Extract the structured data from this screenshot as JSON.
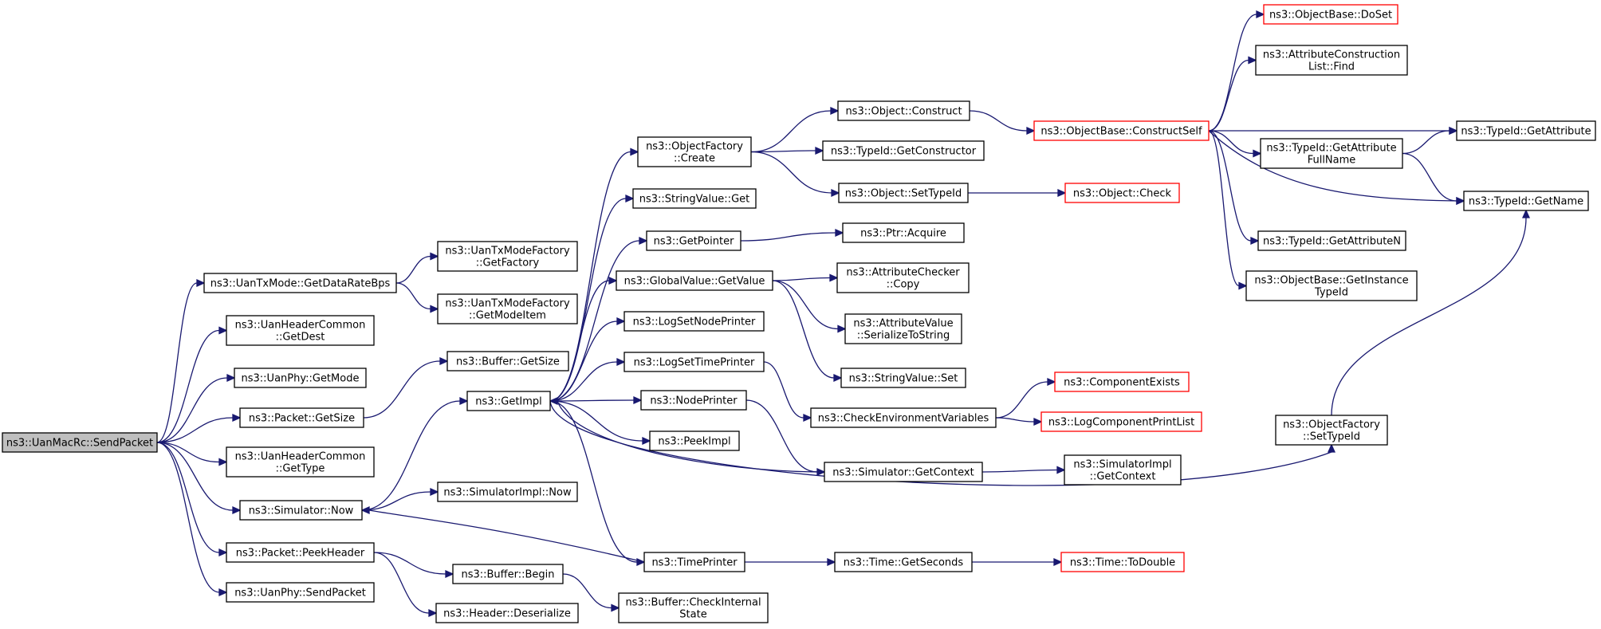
{
  "graph": {
    "title": "",
    "nodes": [
      {
        "id": "n_root",
        "lines": [
          "ns3::UanMacRc::SendPacket"
        ],
        "root": true
      },
      {
        "id": "n_getdatarate",
        "lines": [
          "ns3::UanTxMode::GetDataRateBps"
        ]
      },
      {
        "id": "n_getfactory",
        "lines": [
          "ns3::UanTxModeFactory",
          "::GetFactory"
        ]
      },
      {
        "id": "n_getmodeitem",
        "lines": [
          "ns3::UanTxModeFactory",
          "::GetModeItem"
        ]
      },
      {
        "id": "n_getdest",
        "lines": [
          "ns3::UanHeaderCommon",
          "::GetDest"
        ]
      },
      {
        "id": "n_getmode",
        "lines": [
          "ns3::UanPhy::GetMode"
        ]
      },
      {
        "id": "n_packetgetsize",
        "lines": [
          "ns3::Packet::GetSize"
        ]
      },
      {
        "id": "n_buffergetsize",
        "lines": [
          "ns3::Buffer::GetSize"
        ]
      },
      {
        "id": "n_gettype",
        "lines": [
          "ns3::UanHeaderCommon",
          "::GetType"
        ]
      },
      {
        "id": "n_simnow",
        "lines": [
          "ns3::Simulator::Now"
        ]
      },
      {
        "id": "n_simimplnow",
        "lines": [
          "ns3::SimulatorImpl::Now"
        ]
      },
      {
        "id": "n_peekheader",
        "lines": [
          "ns3::Packet::PeekHeader"
        ]
      },
      {
        "id": "n_bufferbegin",
        "lines": [
          "ns3::Buffer::Begin"
        ]
      },
      {
        "id": "n_deserialize",
        "lines": [
          "ns3::Header::Deserialize"
        ]
      },
      {
        "id": "n_uanphysend",
        "lines": [
          "ns3::UanPhy::SendPacket"
        ]
      },
      {
        "id": "n_getimpl",
        "lines": [
          "ns3::GetImpl"
        ]
      },
      {
        "id": "n_objfactcreate",
        "lines": [
          "ns3::ObjectFactory",
          "::Create"
        ]
      },
      {
        "id": "n_stringget",
        "lines": [
          "ns3::StringValue::Get"
        ]
      },
      {
        "id": "n_getpointer",
        "lines": [
          "ns3::GetPointer"
        ]
      },
      {
        "id": "n_globalgetvalue",
        "lines": [
          "ns3::GlobalValue::GetValue"
        ]
      },
      {
        "id": "n_lognodeprinter",
        "lines": [
          "ns3::LogSetNodePrinter"
        ]
      },
      {
        "id": "n_logtimeprinter",
        "lines": [
          "ns3::LogSetTimePrinter"
        ]
      },
      {
        "id": "n_nodeprinter",
        "lines": [
          "ns3::NodePrinter"
        ]
      },
      {
        "id": "n_peekimpl",
        "lines": [
          "ns3::PeekImpl"
        ]
      },
      {
        "id": "n_timeprinter",
        "lines": [
          "ns3::TimePrinter"
        ]
      },
      {
        "id": "n_checkinternal",
        "lines": [
          "ns3::Buffer::CheckInternal",
          "State"
        ]
      },
      {
        "id": "n_objconstruct",
        "lines": [
          "ns3::Object::Construct"
        ]
      },
      {
        "id": "n_getconstructor",
        "lines": [
          "ns3::TypeId::GetConstructor"
        ]
      },
      {
        "id": "n_settypeid",
        "lines": [
          "ns3::Object::SetTypeId"
        ]
      },
      {
        "id": "n_ptracquire",
        "lines": [
          "ns3::Ptr::Acquire"
        ]
      },
      {
        "id": "n_attrcheckercopy",
        "lines": [
          "ns3::AttributeChecker",
          "::Copy"
        ]
      },
      {
        "id": "n_attrvalueser",
        "lines": [
          "ns3::AttributeValue",
          "::SerializeToString"
        ]
      },
      {
        "id": "n_stringset",
        "lines": [
          "ns3::StringValue::Set"
        ]
      },
      {
        "id": "n_checkenv",
        "lines": [
          "ns3::CheckEnvironmentVariables"
        ]
      },
      {
        "id": "n_simgetcontext",
        "lines": [
          "ns3::Simulator::GetContext"
        ]
      },
      {
        "id": "n_timegetseconds",
        "lines": [
          "ns3::Time::GetSeconds"
        ]
      },
      {
        "id": "n_constructself",
        "lines": [
          "ns3::ObjectBase::ConstructSelf"
        ],
        "red": true
      },
      {
        "id": "n_objectcheck",
        "lines": [
          "ns3::Object::Check"
        ],
        "red": true
      },
      {
        "id": "n_componentexists",
        "lines": [
          "ns3::ComponentExists"
        ],
        "red": true
      },
      {
        "id": "n_logcomplist",
        "lines": [
          "ns3::LogComponentPrintList"
        ],
        "red": true
      },
      {
        "id": "n_simimplgetcontext",
        "lines": [
          "ns3::SimulatorImpl",
          "::GetContext"
        ]
      },
      {
        "id": "n_timetodouble",
        "lines": [
          "ns3::Time::ToDouble"
        ],
        "red": true
      },
      {
        "id": "n_doset",
        "lines": [
          "ns3::ObjectBase::DoSet"
        ],
        "red": true
      },
      {
        "id": "n_attrlistfind",
        "lines": [
          "ns3::AttributeConstruction",
          "List::Find"
        ]
      },
      {
        "id": "n_getattrfullname",
        "lines": [
          "ns3::TypeId::GetAttribute",
          "FullName"
        ]
      },
      {
        "id": "n_getattrn",
        "lines": [
          "ns3::TypeId::GetAttributeN"
        ]
      },
      {
        "id": "n_getinstancetypeid",
        "lines": [
          "ns3::ObjectBase::GetInstance",
          "TypeId"
        ]
      },
      {
        "id": "n_objfactsettypeid",
        "lines": [
          "ns3::ObjectFactory",
          "::SetTypeId"
        ]
      },
      {
        "id": "n_getattribute",
        "lines": [
          "ns3::TypeId::GetAttribute"
        ]
      },
      {
        "id": "n_getname",
        "lines": [
          "ns3::TypeId::GetName"
        ]
      }
    ],
    "edges": [
      [
        "n_root",
        "n_getdatarate"
      ],
      [
        "n_root",
        "n_getdest"
      ],
      [
        "n_root",
        "n_getmode"
      ],
      [
        "n_root",
        "n_packetgetsize"
      ],
      [
        "n_root",
        "n_gettype"
      ],
      [
        "n_root",
        "n_simnow"
      ],
      [
        "n_root",
        "n_peekheader"
      ],
      [
        "n_root",
        "n_uanphysend"
      ],
      [
        "n_getdatarate",
        "n_getfactory"
      ],
      [
        "n_getdatarate",
        "n_getmodeitem"
      ],
      [
        "n_packetgetsize",
        "n_buffergetsize"
      ],
      [
        "n_simnow",
        "n_getimpl"
      ],
      [
        "n_simnow",
        "n_simimplnow"
      ],
      [
        "n_peekheader",
        "n_bufferbegin"
      ],
      [
        "n_peekheader",
        "n_deserialize"
      ],
      [
        "n_bufferbegin",
        "n_checkinternal"
      ],
      [
        "n_getimpl",
        "n_objfactcreate"
      ],
      [
        "n_getimpl",
        "n_stringget"
      ],
      [
        "n_getimpl",
        "n_getpointer"
      ],
      [
        "n_getimpl",
        "n_globalgetvalue"
      ],
      [
        "n_getimpl",
        "n_lognodeprinter"
      ],
      [
        "n_getimpl",
        "n_logtimeprinter"
      ],
      [
        "n_getimpl",
        "n_nodeprinter"
      ],
      [
        "n_getimpl",
        "n_peekimpl"
      ],
      [
        "n_getimpl",
        "n_timeprinter"
      ],
      [
        "n_getimpl",
        "n_objfactsettypeid"
      ],
      [
        "n_objfactcreate",
        "n_objconstruct"
      ],
      [
        "n_objfactcreate",
        "n_getconstructor"
      ],
      [
        "n_objfactcreate",
        "n_settypeid"
      ],
      [
        "n_objconstruct",
        "n_constructself"
      ],
      [
        "n_settypeid",
        "n_objectcheck"
      ],
      [
        "n_getpointer",
        "n_ptracquire"
      ],
      [
        "n_globalgetvalue",
        "n_attrcheckercopy"
      ],
      [
        "n_globalgetvalue",
        "n_attrvalueser"
      ],
      [
        "n_globalgetvalue",
        "n_stringset"
      ],
      [
        "n_logtimeprinter",
        "n_checkenv"
      ],
      [
        "n_nodeprinter",
        "n_simgetcontext"
      ],
      [
        "n_checkenv",
        "n_componentexists"
      ],
      [
        "n_checkenv",
        "n_logcomplist"
      ],
      [
        "n_simgetcontext",
        "n_getimpl"
      ],
      [
        "n_simgetcontext",
        "n_simimplgetcontext"
      ],
      [
        "n_timeprinter",
        "n_simnow"
      ],
      [
        "n_timeprinter",
        "n_timegetseconds"
      ],
      [
        "n_timegetseconds",
        "n_timetodouble"
      ],
      [
        "n_constructself",
        "n_doset"
      ],
      [
        "n_constructself",
        "n_attrlistfind"
      ],
      [
        "n_constructself",
        "n_getattribute"
      ],
      [
        "n_constructself",
        "n_getattrfullname"
      ],
      [
        "n_constructself",
        "n_getname"
      ],
      [
        "n_constructself",
        "n_getattrn"
      ],
      [
        "n_constructself",
        "n_getinstancetypeid"
      ],
      [
        "n_getattrfullname",
        "n_getattribute"
      ],
      [
        "n_getattrfullname",
        "n_getname"
      ],
      [
        "n_objfactsettypeid",
        "n_getname"
      ]
    ]
  }
}
